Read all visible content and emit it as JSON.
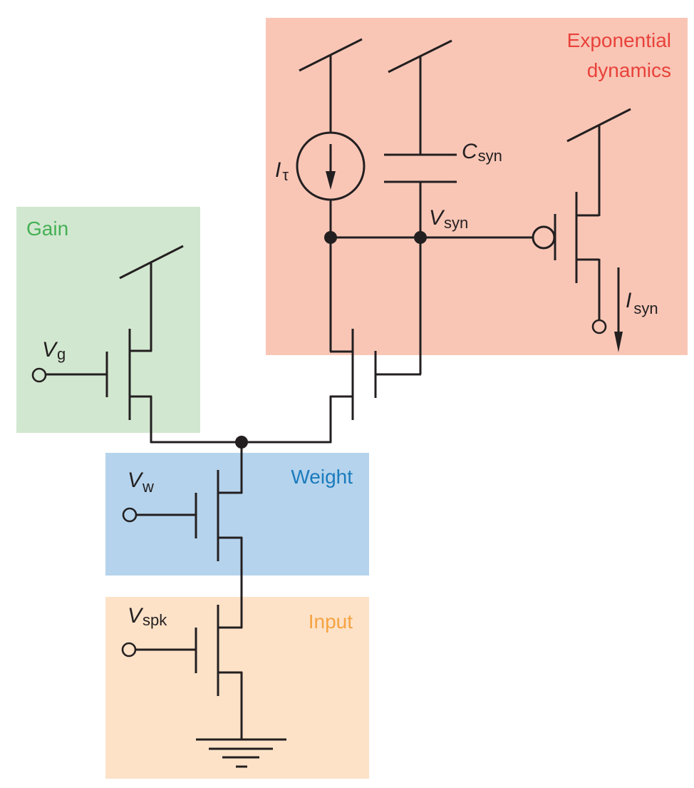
{
  "diagram": {
    "type": "circuit-schematic",
    "description": "DPI synapse circuit with exponential dynamics"
  },
  "regions": {
    "exponential": {
      "title_line1": "Exponential",
      "title_line2": "dynamics",
      "fill": "#f9c6b6",
      "text_color": "#e8423a"
    },
    "gain": {
      "title": "Gain",
      "fill": "#d2e7cf",
      "text_color": "#45b056"
    },
    "weight": {
      "title": "Weight",
      "fill": "#b5d3ec",
      "text_color": "#1b7bbd"
    },
    "input": {
      "title": "Input",
      "fill": "#fde2c8",
      "text_color": "#f5a342"
    }
  },
  "labels": {
    "i_tau": {
      "main": "I",
      "sub": "τ"
    },
    "c_syn": {
      "main": "C",
      "sub": "syn"
    },
    "v_syn": {
      "main": "V",
      "sub": "syn"
    },
    "i_syn": {
      "main": "I",
      "sub": "syn"
    },
    "v_g": {
      "main": "V",
      "sub": "g"
    },
    "v_w": {
      "main": "V",
      "sub": "w"
    },
    "v_spk": {
      "main": "V",
      "sub": "spk"
    }
  },
  "components": [
    "current-source",
    "capacitor",
    "pmos-output-transistor",
    "nmos-dpi-transistor",
    "nmos-gain-transistor",
    "nmos-weight-transistor",
    "nmos-input-transistor",
    "ground"
  ],
  "wire_color": "#231f20"
}
